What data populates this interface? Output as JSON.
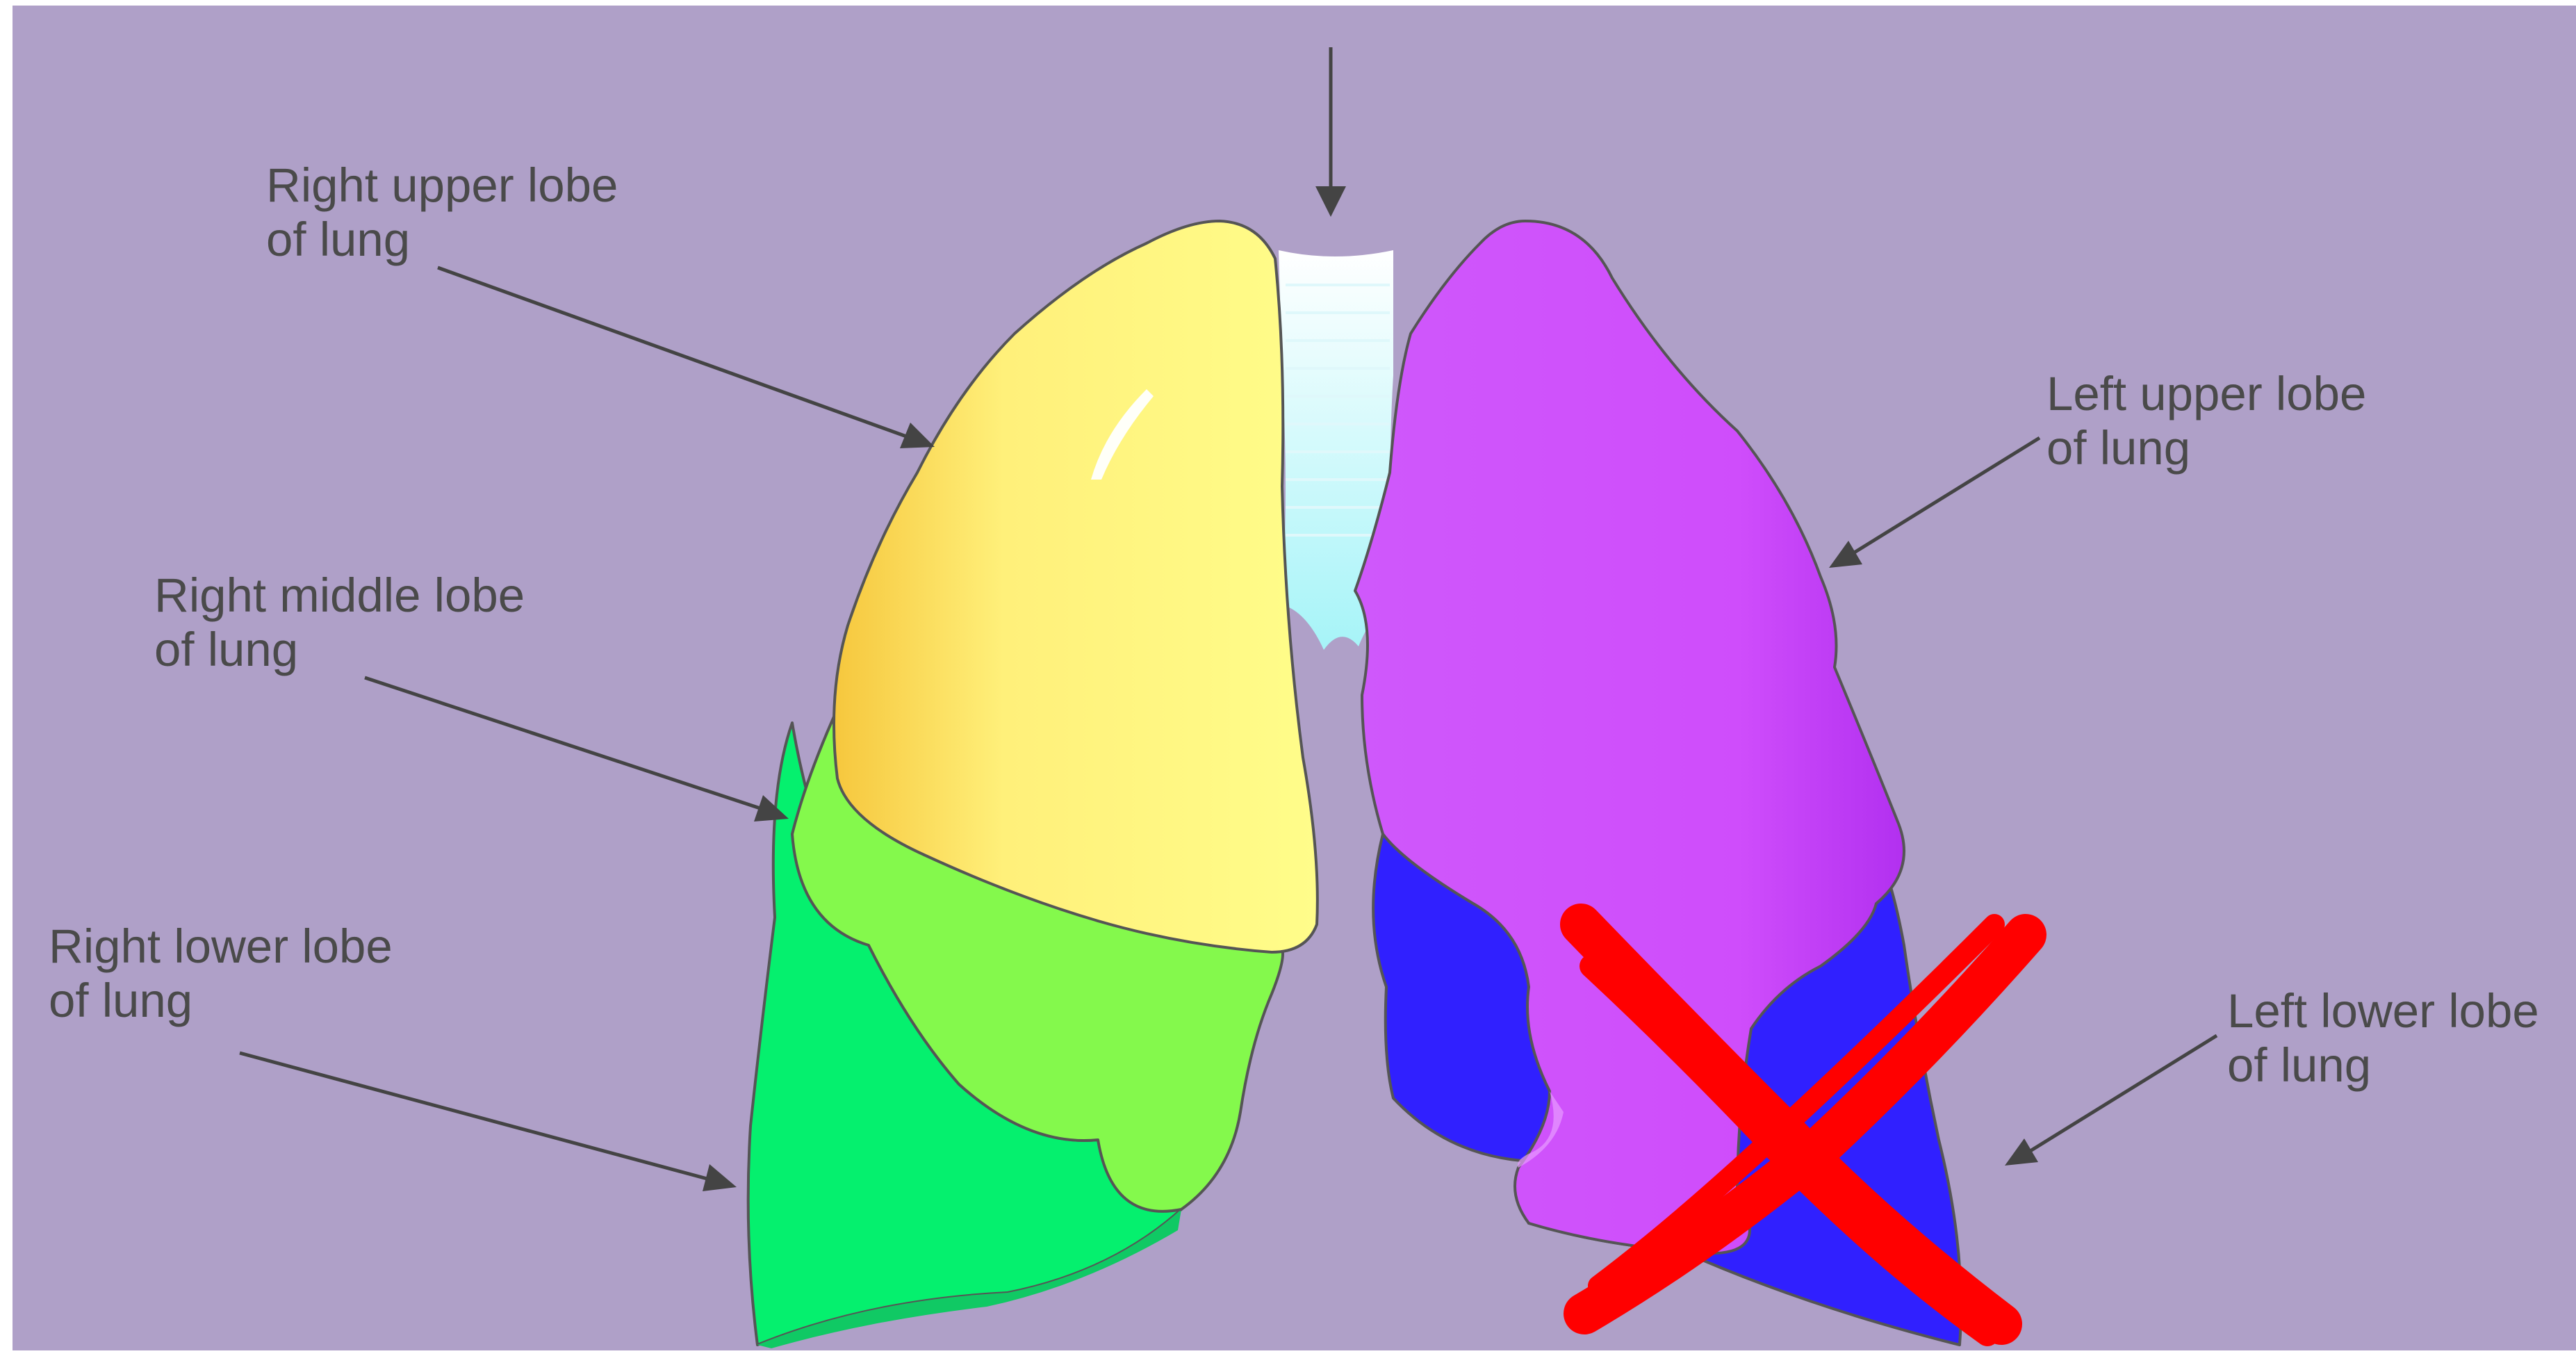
{
  "diagram": {
    "top_label": "",
    "labels": {
      "right_upper": [
        "Right upper lobe",
        "of lung"
      ],
      "right_middle": [
        "Right middle lobe",
        "of lung"
      ],
      "right_lower": [
        "Right lower lobe",
        "of lung"
      ],
      "left_upper": [
        "Left upper lobe",
        "of lung"
      ],
      "left_lower": [
        "Left lower lobe",
        "of lung"
      ]
    },
    "colors": {
      "background": "#afa0c8",
      "right_upper_lobe": "#ffff7a",
      "right_middle_lobe": "#84f94c",
      "right_lower_lobe": "#05f06e",
      "left_upper_lobe": "#d04dfc",
      "left_lower_lobe": "#3020ff",
      "trachea": "#bff6fb",
      "cross_mark": "#ff0000"
    },
    "marks": {
      "cross": "red-x-mark"
    }
  }
}
